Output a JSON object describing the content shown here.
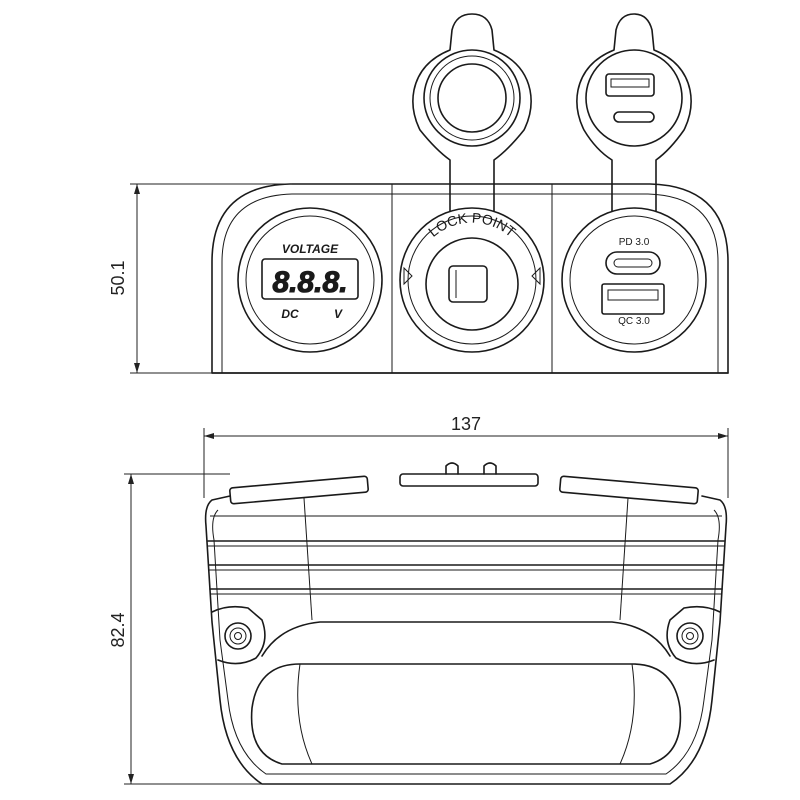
{
  "dimensions": {
    "height_top": "50.1",
    "width": "137",
    "height_side": "82.4"
  },
  "voltmeter": {
    "title": "VOLTAGE",
    "digits": "8.8.8.",
    "unit_left": "DC",
    "unit_right": "V"
  },
  "socket": {
    "label": "LOCK POINT"
  },
  "usb": {
    "top_label": "PD 3.0",
    "bottom_label": "QC 3.0"
  }
}
